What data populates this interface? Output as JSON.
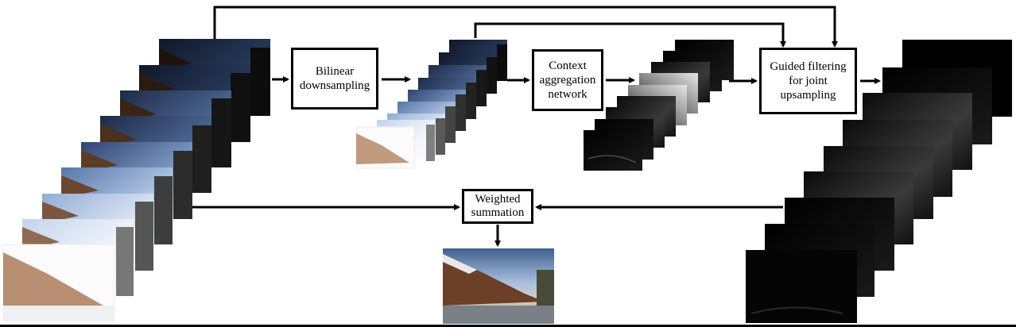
{
  "boxes": {
    "bilinear": "Bilinear\ndownsampling",
    "context": "Context\naggregation\nnetwork",
    "guided": "Guided filtering\nfor joint\nupsampling",
    "weighted": "Weighted\nsummation"
  },
  "stacks": {
    "input_exposures": {
      "count": 9,
      "description_icon": "hdr-input-image-stack"
    },
    "downsampled": {
      "count": 9,
      "description_icon": "downsampled-image-stack"
    },
    "low_res_weights": {
      "count": 9,
      "description_icon": "low-res-weight-map-stack"
    },
    "full_res_weights": {
      "count": 9,
      "description_icon": "full-res-weight-map-stack"
    }
  },
  "output_image": {
    "description_icon": "fused-output-image"
  },
  "colors": {
    "line": "#000000",
    "box_fill": "#ffffff",
    "sky_top": "#1c2740",
    "sky_bright": "#f4f6fb",
    "building": "#6b3f28",
    "snow": "#e8eaee",
    "weight_dark": "#050505",
    "weight_light": "#dcdcdc"
  }
}
